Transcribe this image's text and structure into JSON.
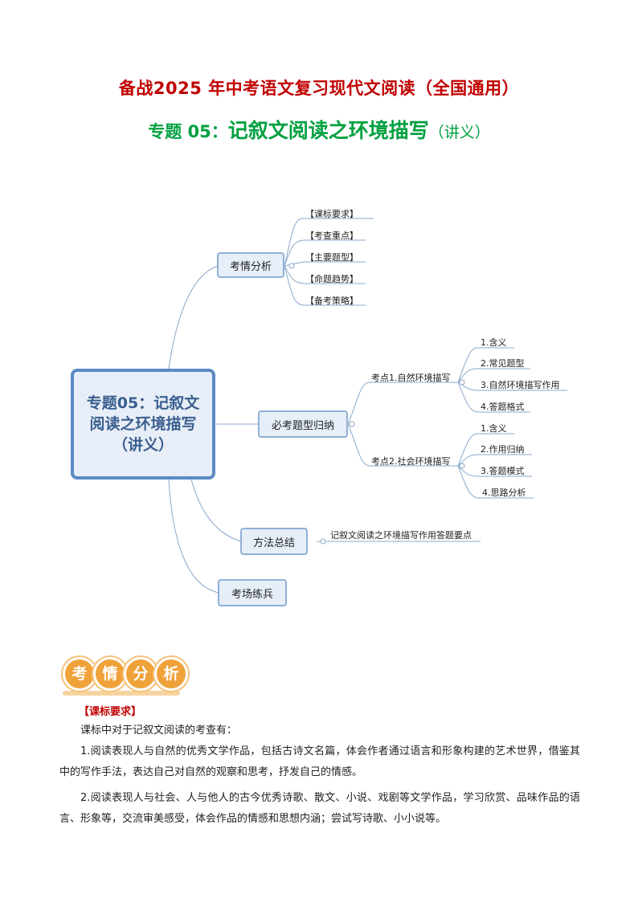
{
  "header": {
    "title": "备战2025 年中考语文复习现代文阅读（全国通用）",
    "subtitle_prefix": "专题 05：",
    "subtitle_main": "记叙文阅读之环境描写",
    "subtitle_suffix": "（讲义）"
  },
  "mindmap": {
    "central": "专题05：记叙文阅读之环境描写（讲义）",
    "branches": [
      {
        "label": "考情分析",
        "items": [
          "【课标要求】",
          "【考查重点】",
          "【主要题型】",
          "【命题趋势】",
          "【备考策略】"
        ]
      },
      {
        "label": "必考题型归纳",
        "points": [
          {
            "label": "考点1.自然环境描写",
            "items": [
              "1.含义",
              "2.常见题型",
              "3.自然环境描写作用",
              "4.答题格式"
            ]
          },
          {
            "label": "考点2.社会环境描写",
            "items": [
              "1.含义",
              "2.作用归纳",
              "3.答题模式",
              "4.思路分析"
            ]
          }
        ]
      },
      {
        "label": "方法总结",
        "items": [
          "记叙文阅读之环境描写作用答题要点"
        ]
      },
      {
        "label": "考场练兵",
        "items": []
      }
    ]
  },
  "section": {
    "badge_chars": [
      "考",
      "情",
      "分",
      "析"
    ],
    "requirement_label": "【课标要求】",
    "intro": "课标中对于记叙文阅读的考查有：",
    "paragraph1": "1.阅读表现人与自然的优秀文学作品，包括古诗文名篇，体会作者通过语言和形象构建的艺术世界，借鉴其中的写作手法，表达自己对自然的观察和思考，抒发自己的情感。",
    "paragraph2": "2.阅读表现人与社会、人与他人的古今优秀诗歌、散文、小说、戏剧等文学作品，学习欣赏、品味作品的语言、形象等，交流审美感受，体会作品的情感和思想内涵；尝试写诗歌、小小说等。"
  },
  "colors": {
    "title_red": "#c00000",
    "subtitle_green": "#00a040",
    "node_border": "#8fb0d6",
    "central_border": "#5b8ac4",
    "badge_orange": "#f0a23a"
  }
}
